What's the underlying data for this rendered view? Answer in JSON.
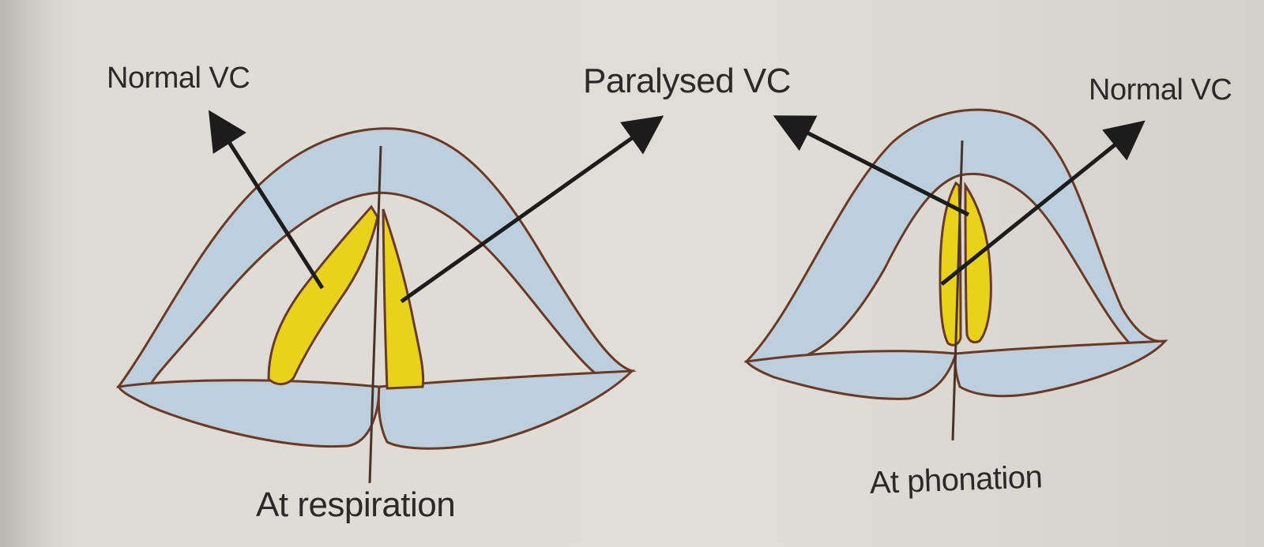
{
  "labels": {
    "normal_vc_left": "Normal VC",
    "paralysed_vc": "Paralysed VC",
    "normal_vc_right": "Normal VC",
    "at_respiration": "At respiration",
    "at_phonation": "At phonation"
  },
  "colors": {
    "cartilage_fill": "#bdcfdc",
    "outline": "#6b3a26",
    "vocal_cord_fill": "#e8d21a",
    "arrow": "#1c1c1c",
    "paper": "#dedbd5"
  }
}
